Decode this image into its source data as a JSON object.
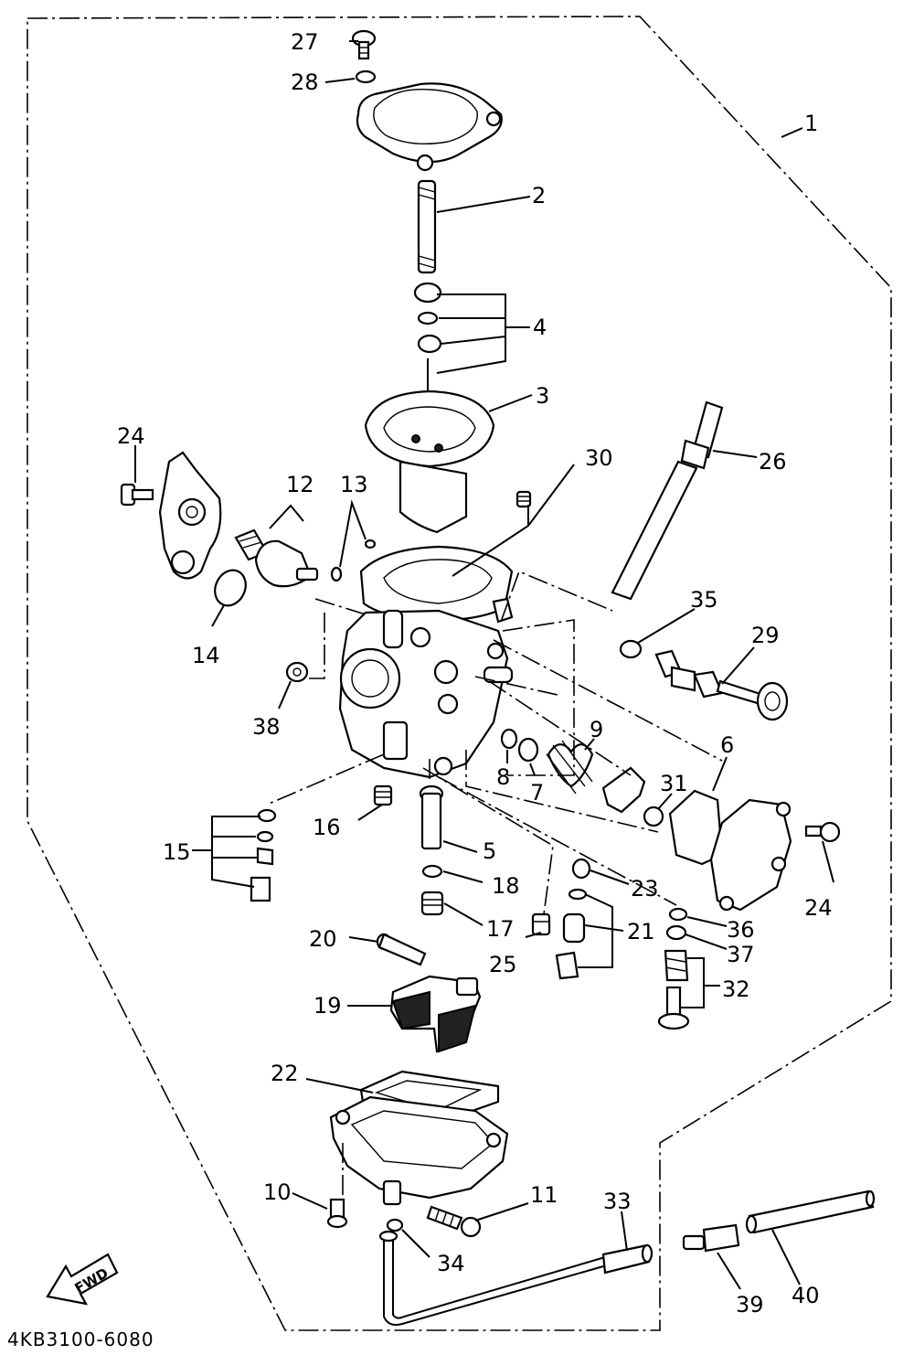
{
  "drawing_code": "4KB3100-6080",
  "fwd_label": "FWD",
  "callouts": [
    "1",
    "2",
    "3",
    "4",
    "5",
    "6",
    "7",
    "8",
    "9",
    "10",
    "11",
    "12",
    "13",
    "14",
    "15",
    "16",
    "17",
    "18",
    "19",
    "20",
    "21",
    "22",
    "23",
    "24",
    "24",
    "25",
    "26",
    "27",
    "28",
    "29",
    "30",
    "31",
    "32",
    "33",
    "34",
    "35",
    "36",
    "37",
    "38",
    "39",
    "40"
  ]
}
